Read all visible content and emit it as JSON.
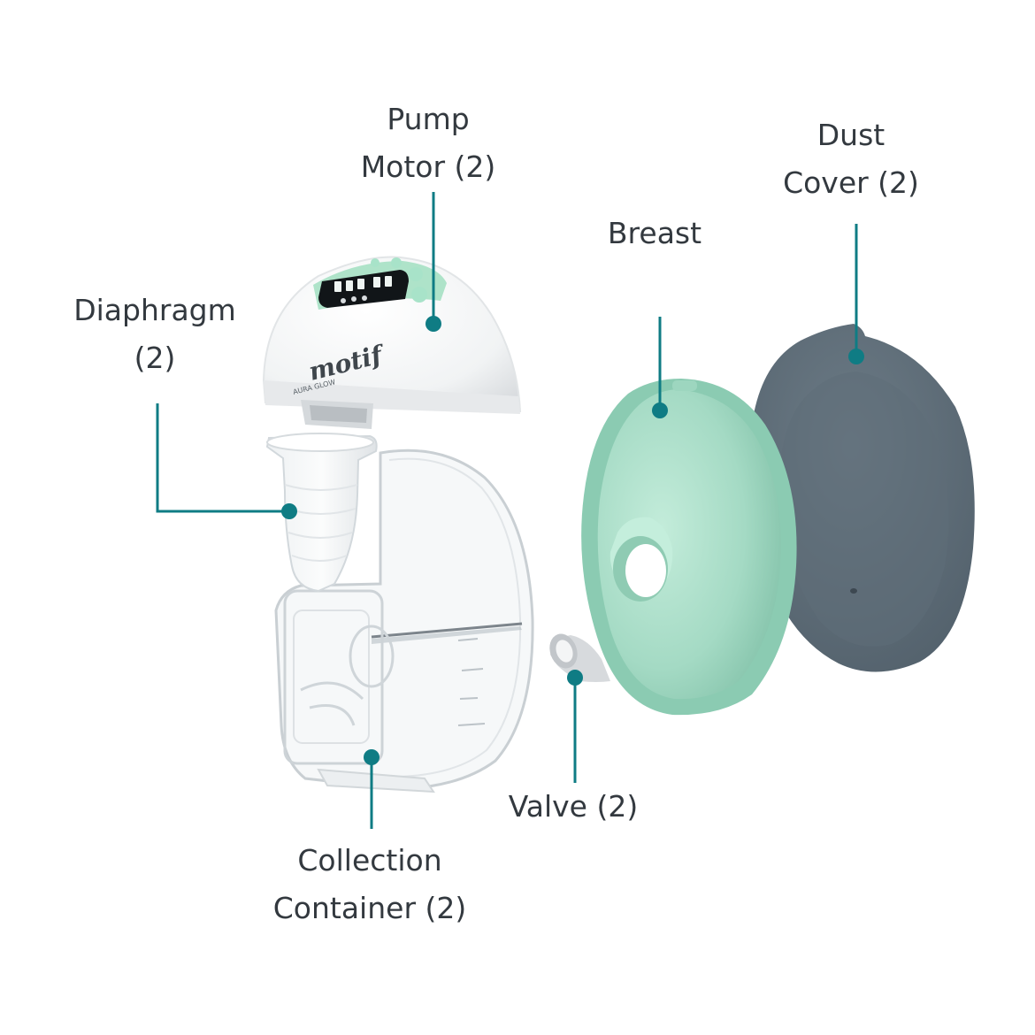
{
  "labels": {
    "pump_motor": [
      "Pump",
      "Motor (2)"
    ],
    "dust_cover": [
      "Dust",
      "Cover (2)"
    ],
    "breast": [
      "Breast"
    ],
    "diaphragm": [
      "Diaphragm",
      "(2)"
    ],
    "valve": [
      "Valve (2)"
    ],
    "collection_container": [
      "Collection",
      "Container (2)"
    ]
  },
  "brand": {
    "logo": "motif",
    "model": "AURA GLOW"
  },
  "colors": {
    "leader_line": "#0f7c84",
    "label_text": "#33393f",
    "motor_accent": "#a8e3c9",
    "breast_shield": "#a6dcc6",
    "dust_cover": "#5b6b77"
  }
}
